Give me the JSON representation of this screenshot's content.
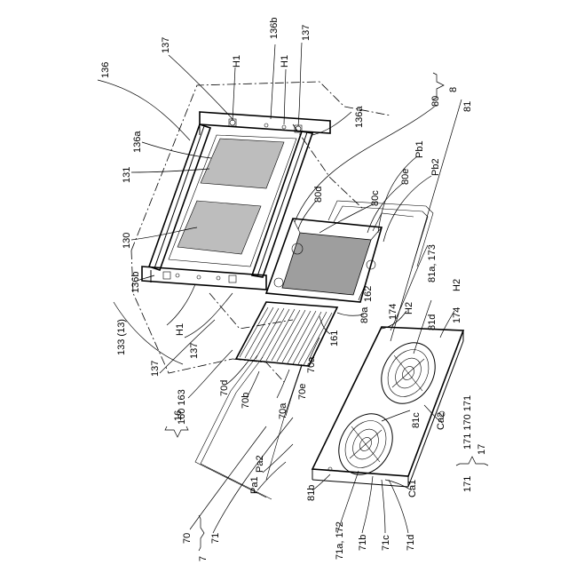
{
  "figure": {
    "labels": {
      "l136": "136",
      "l137_top": "137",
      "lH1_a": "H1",
      "l136b_top": "136b",
      "lH1_b": "H1",
      "l137_top2": "137",
      "l136a_right": "136a",
      "l136a_left": "136a",
      "l131": "131",
      "l130": "130",
      "l136b_bottom": "136b",
      "l80": "80",
      "l8": "8",
      "l81": "81",
      "lPb1": "Pb1",
      "lPb2": "Pb2",
      "l80e": "80e",
      "l80c": "80c",
      "l80d": "80d",
      "l81a173": "81a, 173",
      "lH2_a": "H2",
      "lH2_b": "H2",
      "l174_a": "174",
      "l174_b": "174",
      "l162": "162",
      "l80a": "80a",
      "l81d": "81d",
      "l161": "161",
      "l70a_top": "70a",
      "l70d": "70d",
      "l70b": "70b",
      "l70e": "70e",
      "l70a_mid": "70a",
      "lH1_left": "H1",
      "l137_left1": "137",
      "l137_left2": "137",
      "l133": "133 (13)",
      "l16": "16",
      "l160163": "160  163",
      "l81c": "81c",
      "lCa2": "Ca2",
      "l171170171": "171  170  171",
      "l17": "17",
      "lPa2": "Pa2",
      "lPa1": "Pa1",
      "l81b": "81b",
      "l171_bottom": "171",
      "lCa1": "Ca1",
      "l71a172": "71a, 172",
      "l71b": "71b",
      "l71c": "71c",
      "l71d": "71d",
      "l70_bottom": "70",
      "l71_bottom": "71",
      "l7": "7"
    }
  }
}
